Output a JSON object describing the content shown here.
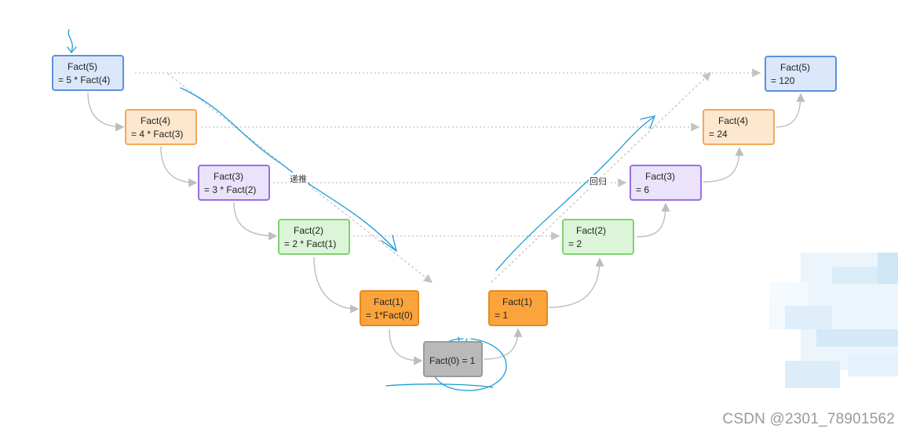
{
  "nodes_left": [
    {
      "line1": "Fact(5)",
      "line2": "= 5 * Fact(4)"
    },
    {
      "line1": "Fact(4)",
      "line2": "= 4 * Fact(3)"
    },
    {
      "line1": "Fact(3)",
      "line2": "= 3 * Fact(2)"
    },
    {
      "line1": "Fact(2)",
      "line2": "= 2 * Fact(1)"
    },
    {
      "line1": "Fact(1)",
      "line2": "= 1*Fact(0)"
    }
  ],
  "node_base": {
    "line1": "Fact(0)  = 1"
  },
  "nodes_right": [
    {
      "line1": "Fact(1)",
      "line2": "= 1"
    },
    {
      "line1": "Fact(2)",
      "line2": "= 2"
    },
    {
      "line1": "Fact(3)",
      "line2": "= 6"
    },
    {
      "line1": "Fact(4)",
      "line2": "= 24"
    },
    {
      "line1": "Fact(5)",
      "line2": "= 120"
    }
  ],
  "labels": {
    "recursion": "递推",
    "return": "回归"
  },
  "watermark": "CSDN @2301_78901562",
  "colors": {
    "level5": "#dbe8fb",
    "level4": "#fde7cf",
    "level3": "#ebe3fb",
    "level2": "#dcf4d8",
    "level1": "#fca43c",
    "base": "#b9b9b9",
    "annotation": "#1e9bd7",
    "connector": "#bdbdbd"
  }
}
